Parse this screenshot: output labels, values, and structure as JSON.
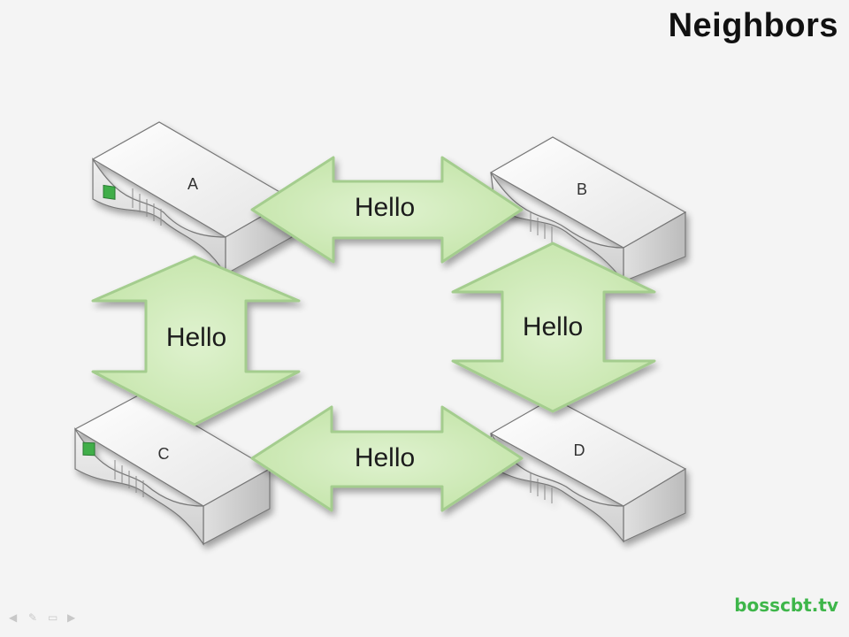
{
  "title": "Neighbors",
  "routers": [
    {
      "id": "A"
    },
    {
      "id": "B"
    },
    {
      "id": "C"
    },
    {
      "id": "D"
    }
  ],
  "messages": {
    "top": "Hello",
    "left": "Hello",
    "right": "Hello",
    "bottom": "Hello"
  },
  "watermark": "bosscbt.tv",
  "colors": {
    "arrow_fill": "#c8e8ad",
    "arrow_edge": "#9fc98a",
    "router_top": "#f2f2f2",
    "router_side": "#cfcfcf",
    "led": "#3fae4a"
  },
  "nav_icons": [
    "prev-icon",
    "pen-icon",
    "menu-icon",
    "next-icon"
  ]
}
